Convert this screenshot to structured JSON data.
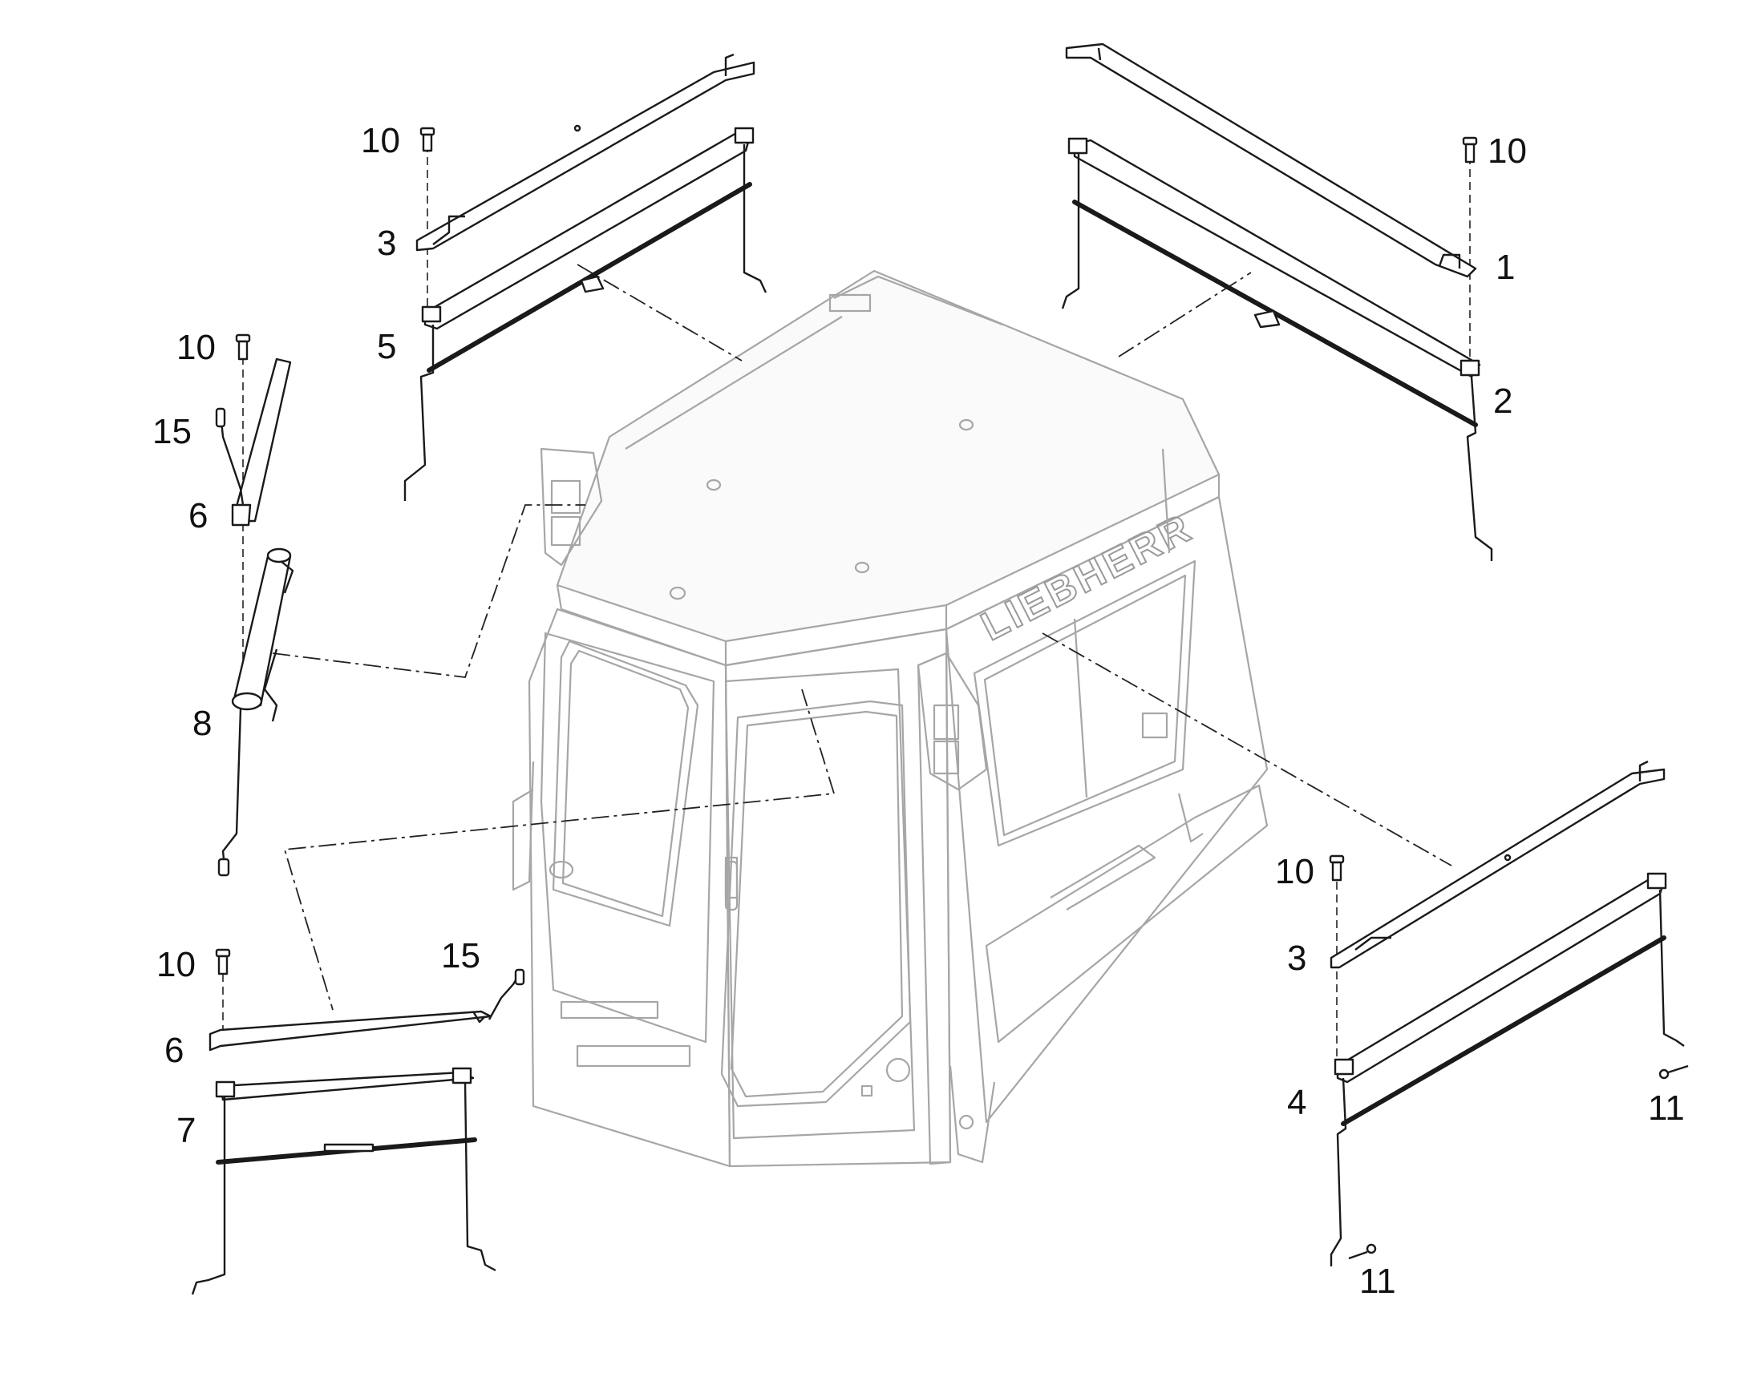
{
  "diagram": {
    "brand_text": "LIEBHERR",
    "callouts": [
      {
        "id": "c-10-a",
        "text": "10"
      },
      {
        "id": "c-3-a",
        "text": "3"
      },
      {
        "id": "c-5",
        "text": "5"
      },
      {
        "id": "c-10-b",
        "text": "10"
      },
      {
        "id": "c-15-a",
        "text": "15"
      },
      {
        "id": "c-6-a",
        "text": "6"
      },
      {
        "id": "c-8",
        "text": "8"
      },
      {
        "id": "c-10-c",
        "text": "10"
      },
      {
        "id": "c-15-b",
        "text": "15"
      },
      {
        "id": "c-6-b",
        "text": "6"
      },
      {
        "id": "c-7",
        "text": "7"
      },
      {
        "id": "c-10-d",
        "text": "10"
      },
      {
        "id": "c-1",
        "text": "1"
      },
      {
        "id": "c-2",
        "text": "2"
      },
      {
        "id": "c-10-e",
        "text": "10"
      },
      {
        "id": "c-3-b",
        "text": "3"
      },
      {
        "id": "c-4",
        "text": "4"
      },
      {
        "id": "c-11-a",
        "text": "11"
      },
      {
        "id": "c-11-b",
        "text": "11"
      }
    ]
  }
}
